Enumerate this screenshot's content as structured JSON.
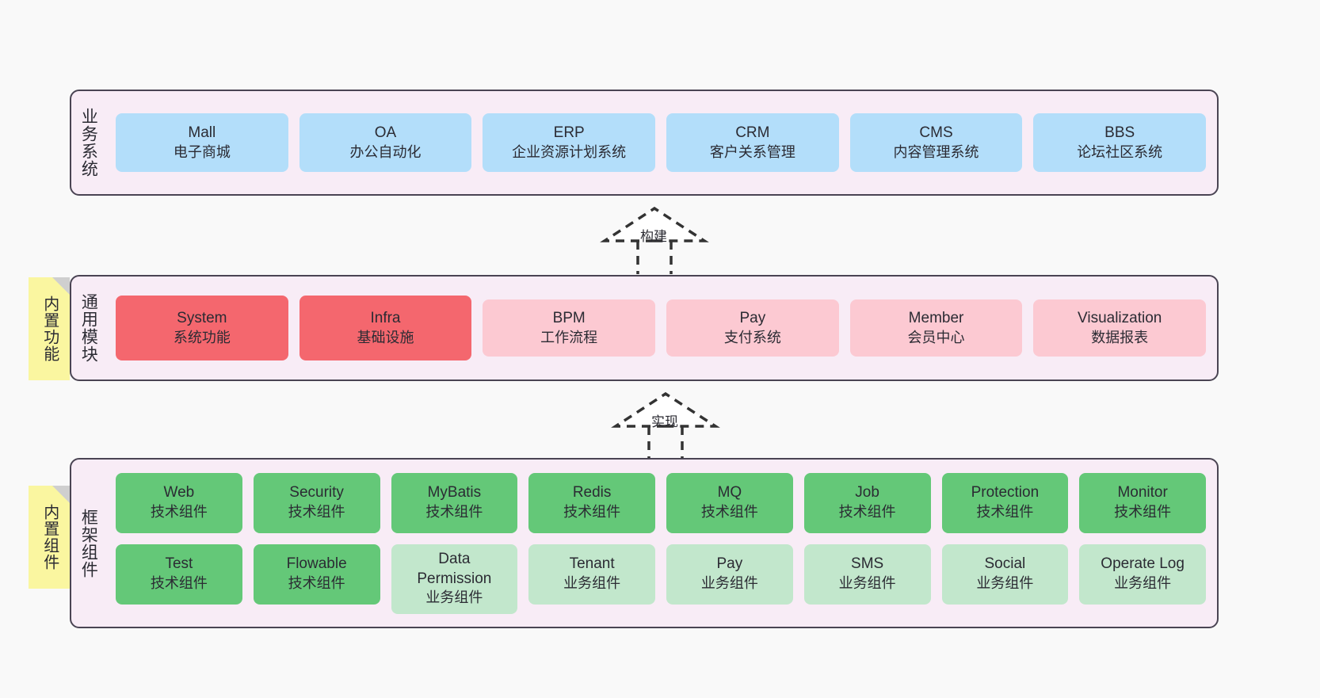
{
  "diagram": {
    "type": "layered-architecture",
    "background_color": "#F9F9F9",
    "layer_background": "#F8ECF6",
    "layer_border": "#4A4453"
  },
  "layers": [
    {
      "id": "business-system",
      "title": "业务系统",
      "card_color": "#B3DEFA",
      "cards": [
        {
          "name": "Mall",
          "desc": "电子商城"
        },
        {
          "name": "OA",
          "desc": "办公自动化"
        },
        {
          "name": "ERP",
          "desc": "企业资源计划系统"
        },
        {
          "name": "CRM",
          "desc": "客户关系管理"
        },
        {
          "name": "CMS",
          "desc": "内容管理系统"
        },
        {
          "name": "BBS",
          "desc": "论坛社区系统"
        }
      ]
    },
    {
      "id": "common-module",
      "title": "通用模块",
      "note": "内置功能",
      "note_color": "#FAF6A0",
      "cards": [
        {
          "name": "System",
          "desc": "系统功能",
          "color": "#F4676E"
        },
        {
          "name": "Infra",
          "desc": "基础设施",
          "color": "#F4676E"
        },
        {
          "name": "BPM",
          "desc": "工作流程",
          "color": "#FCC9D2"
        },
        {
          "name": "Pay",
          "desc": "支付系统",
          "color": "#FCC9D2"
        },
        {
          "name": "Member",
          "desc": "会员中心",
          "color": "#FCC9D2"
        },
        {
          "name": "Visualization",
          "desc": "数据报表",
          "color": "#FCC9D2"
        }
      ]
    },
    {
      "id": "framework-component",
      "title": "框架组件",
      "note": "内置组件",
      "note_color": "#FAF6A0",
      "rows": [
        [
          {
            "name": "Web",
            "desc": "技术组件",
            "color": "#64C878"
          },
          {
            "name": "Security",
            "desc": "技术组件",
            "color": "#64C878"
          },
          {
            "name": "MyBatis",
            "desc": "技术组件",
            "color": "#64C878"
          },
          {
            "name": "Redis",
            "desc": "技术组件",
            "color": "#64C878"
          },
          {
            "name": "MQ",
            "desc": "技术组件",
            "color": "#64C878"
          },
          {
            "name": "Job",
            "desc": "技术组件",
            "color": "#64C878"
          },
          {
            "name": "Protection",
            "desc": "技术组件",
            "color": "#64C878"
          },
          {
            "name": "Monitor",
            "desc": "技术组件",
            "color": "#64C878"
          }
        ],
        [
          {
            "name": "Test",
            "desc": "技术组件",
            "color": "#64C878"
          },
          {
            "name": "Flowable",
            "desc": "技术组件",
            "color": "#64C878"
          },
          {
            "name": "Data Permission",
            "desc": "业务组件",
            "color": "#C2E7CC"
          },
          {
            "name": "Tenant",
            "desc": "业务组件",
            "color": "#C2E7CC"
          },
          {
            "name": "Pay",
            "desc": "业务组件",
            "color": "#C2E7CC"
          },
          {
            "name": "SMS",
            "desc": "业务组件",
            "color": "#C2E7CC"
          },
          {
            "name": "Social",
            "desc": "业务组件",
            "color": "#C2E7CC"
          },
          {
            "name": "Operate Log",
            "desc": "业务组件",
            "color": "#C2E7CC"
          }
        ]
      ]
    }
  ],
  "connectors": [
    {
      "id": "build",
      "label": "构建",
      "style": "dashed-generalization",
      "from": "common-module",
      "to": "business-system"
    },
    {
      "id": "implement",
      "label": "实现",
      "style": "dashed-generalization",
      "from": "framework-component",
      "to": "common-module"
    }
  ]
}
